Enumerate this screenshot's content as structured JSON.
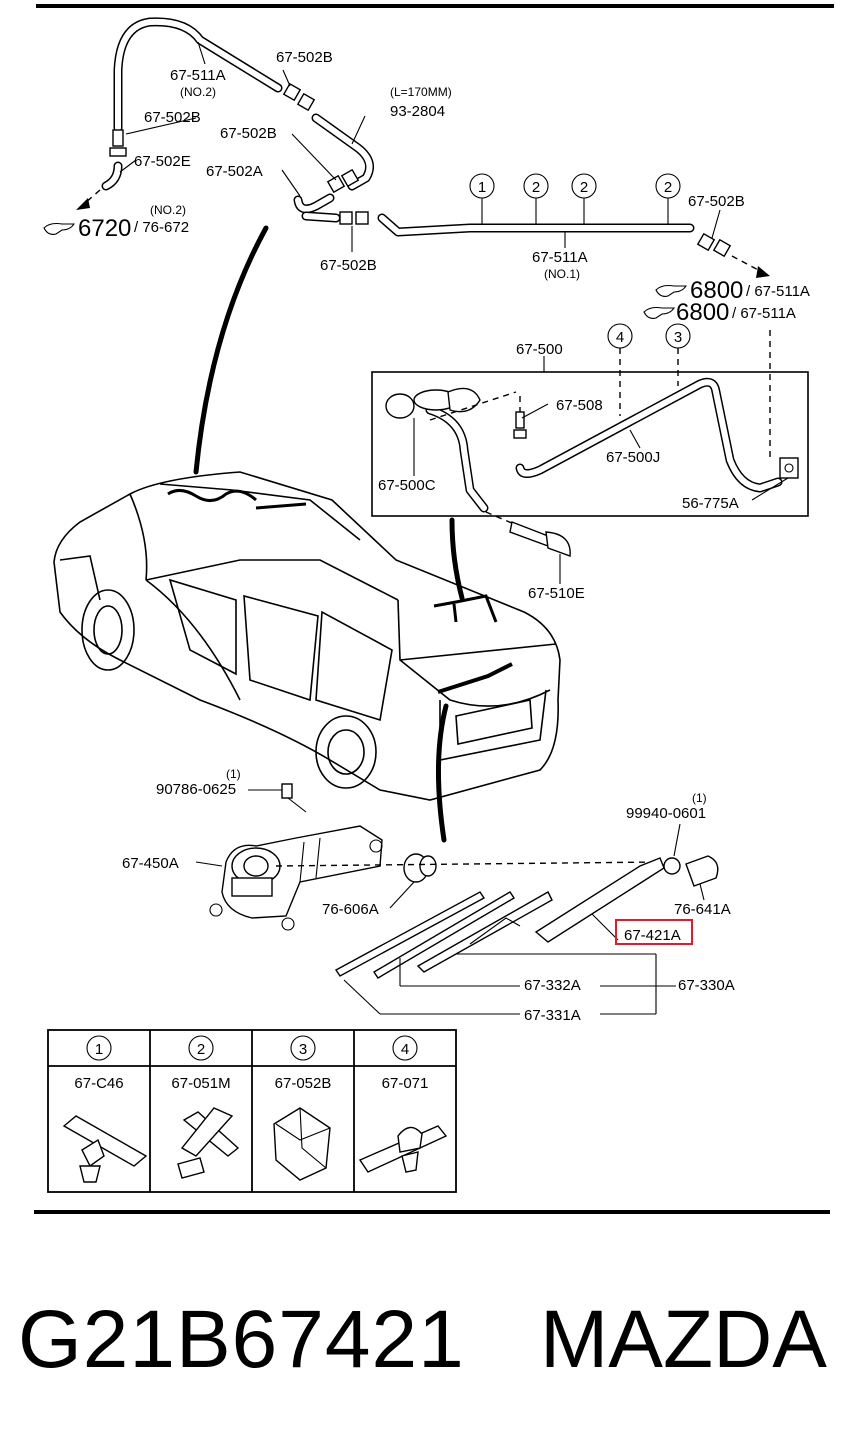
{
  "labels": {
    "l_67_511A_no2": "67-511A",
    "l_no2_a": "(NO.2)",
    "l_67_502B_top": "67-502B",
    "l_L170": "(L=170MM)",
    "l_93_2804": "93-2804",
    "l_67_502B_left": "67-502B",
    "l_67_502B_mid": "67-502B",
    "l_67_502E": "67-502E",
    "l_67_502A": "67-502A",
    "l_no2_b": "(NO.2)",
    "l_6720": "6720",
    "l_76_672": "/ 76-672",
    "l_67_502B_bottom": "67-502B",
    "l_67_511A_no1": "67-511A",
    "l_no1": "(NO.1)",
    "l_67_502B_right": "67-502B",
    "l_6800_a": "6800",
    "l_67_511A_ref_a": "/ 67-511A",
    "l_6800_b": "6800",
    "l_67_511A_ref_b": "/ 67-511A",
    "l_67_500": "67-500",
    "l_67_508": "67-508",
    "l_67_500J": "67-500J",
    "l_67_500C": "67-500C",
    "l_56_775A": "56-775A",
    "l_67_510E": "67-510E",
    "l_qty_1_a": "(1)",
    "l_90786_0625": "90786-0625",
    "l_qty_1_b": "(1)",
    "l_99940_0601": "99940-0601",
    "l_67_450A": "67-450A",
    "l_76_606A": "76-606A",
    "l_76_641A": "76-641A",
    "l_67_421A": "67-421A",
    "l_67_332A": "67-332A",
    "l_67_330A": "67-330A",
    "l_67_331A": "67-331A"
  },
  "callouts": [
    "1",
    "2",
    "2",
    "2",
    "4",
    "3"
  ],
  "table": {
    "headers": [
      "1",
      "2",
      "3",
      "4"
    ],
    "parts": [
      "67-C46",
      "67-051M",
      "67-052B",
      "67-071"
    ]
  },
  "footer": {
    "part_number": "G21B67421",
    "brand": "MAZDA"
  },
  "highlight": {
    "label": "67-421A",
    "color": "#e8182c"
  }
}
